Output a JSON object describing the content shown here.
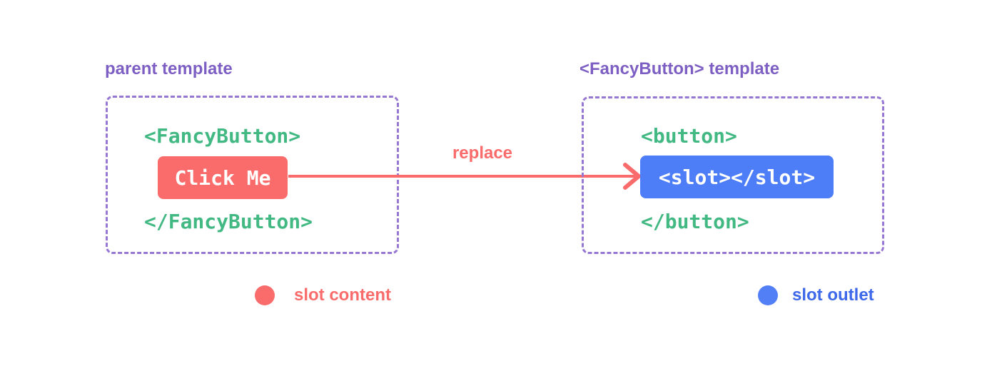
{
  "colors": {
    "background": "#ffffff",
    "purple_title": "#7d5fc3",
    "purple_border": "#9678d2",
    "code_green": "#42b883",
    "accent_red": "#fa6b6b",
    "accent_blue": "#4d7ef7",
    "legend_blue_text": "#3e68ea",
    "chip_text_white": "#ffffff"
  },
  "parent_panel": {
    "title": "parent template",
    "code_open": "<FancyButton>",
    "code_close": "</FancyButton>",
    "slot_content_label": "Click Me"
  },
  "fancybutton_panel": {
    "title": "<FancyButton> template",
    "code_open": "<button>",
    "code_close": "</button>",
    "slot_outlet_label": "<slot></slot>"
  },
  "arrow": {
    "label": "replace"
  },
  "legend": {
    "slot_content": "slot content",
    "slot_outlet": "slot outlet"
  }
}
